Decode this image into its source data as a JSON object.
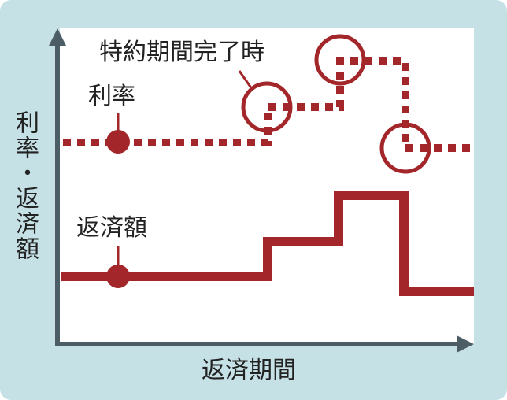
{
  "title_note": "特約期間完了時",
  "rate_label": "利率",
  "payment_label": "返済額",
  "y_axis_label": "利率・返済額",
  "x_axis_label": "返済期間",
  "colors": {
    "accent": "#a3262a",
    "axis": "#4d5d66",
    "background": "#c6e1e6"
  }
}
